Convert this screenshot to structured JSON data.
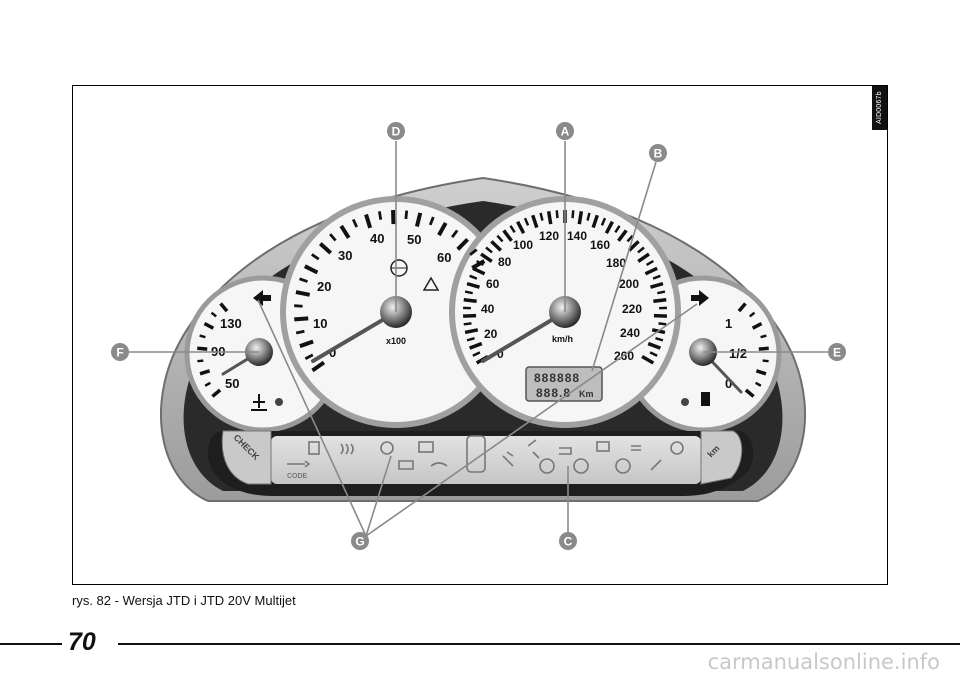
{
  "figure": {
    "doc_code": "AID0067b",
    "callouts": [
      "D",
      "A",
      "B",
      "F",
      "E",
      "G",
      "C"
    ],
    "tachometer": {
      "ticks": [
        "0",
        "10",
        "20",
        "30",
        "40",
        "50",
        "60"
      ],
      "unit": "x100"
    },
    "speedometer": {
      "ticks": [
        "0",
        "20",
        "40",
        "60",
        "80",
        "100",
        "120",
        "140",
        "160",
        "180",
        "200",
        "220",
        "240",
        "260"
      ],
      "unit": "km/h"
    },
    "temperature_gauge": {
      "ticks": [
        "50",
        "90",
        "130"
      ]
    },
    "fuel_gauge": {
      "ticks": [
        "0",
        "1/2",
        "1"
      ]
    },
    "odometer": {
      "line1": "888888",
      "line2": "888.8",
      "unit": "Km"
    },
    "panel_labels": {
      "check": "CHECK",
      "code": "CODE",
      "km_button": "km"
    },
    "colors": {
      "housing": "#b8b8b8",
      "bezel": "#2a2a2a",
      "dial": "#f6f6f6",
      "callout": "#8a8a8a"
    }
  },
  "caption": "rys. 82 - Wersja JTD i JTD 20V Multijet",
  "page_number": "70",
  "watermark": "carmanualsonline.info"
}
